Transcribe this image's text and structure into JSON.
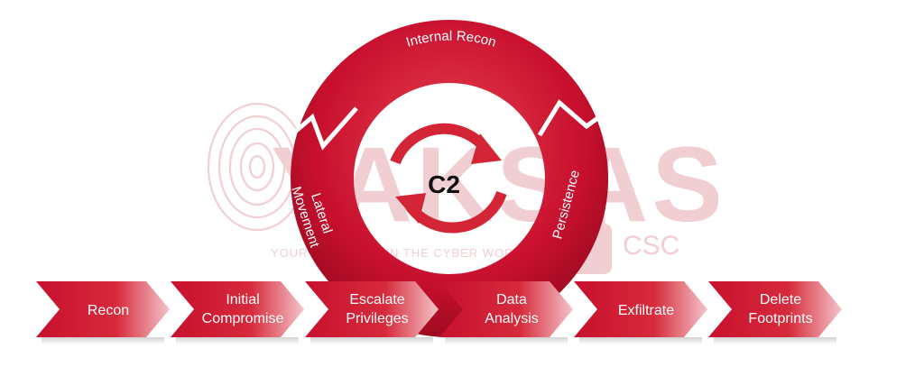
{
  "colors": {
    "primary_red": "#c8102e",
    "dark_red": "#9e0b20",
    "light_red": "#e8414f",
    "watermark": "#f0c9cd",
    "text_dark": "#111111",
    "text_light": "#ffffff"
  },
  "watermark": {
    "brand": "YAKSAS",
    "suffix": "CSC",
    "tagline": "YOUR GUARDIAN IN THE CYBER WORLD",
    "icons": [
      "fingerprint-icon",
      "lock-icon"
    ]
  },
  "cycle": {
    "center_label": "C2",
    "segments": [
      {
        "label": "Internal Recon"
      },
      {
        "label": "Persistence"
      },
      {
        "label": "Lateral"
      },
      {
        "label": "Movement"
      }
    ]
  },
  "steps": [
    {
      "line1": "Recon",
      "line2": ""
    },
    {
      "line1": "Initial",
      "line2": "Compromise"
    },
    {
      "line1": "Escalate",
      "line2": "Privileges"
    },
    {
      "line1": "Data",
      "line2": "Analysis"
    },
    {
      "line1": "Exfiltrate",
      "line2": ""
    },
    {
      "line1": "Delete",
      "line2": "Footprints"
    }
  ]
}
